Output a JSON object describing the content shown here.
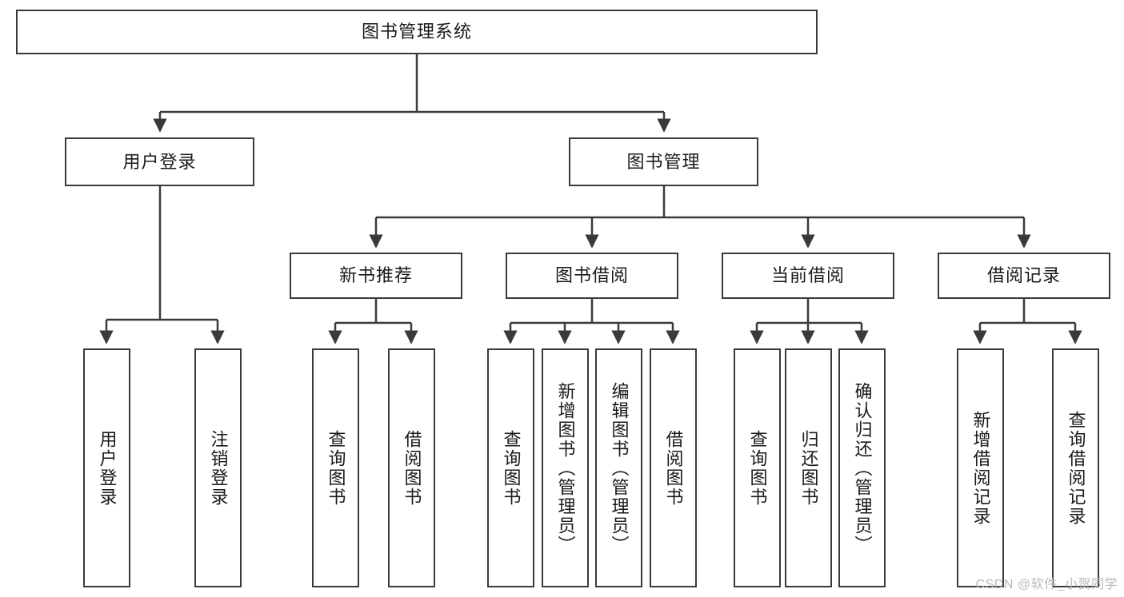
{
  "diagram": {
    "type": "tree",
    "title": "图书管理系统",
    "root": {
      "id": "root",
      "label": "图书管理系统"
    },
    "level1": [
      {
        "id": "login",
        "label": "用户登录"
      },
      {
        "id": "bookmgmt",
        "label": "图书管理"
      }
    ],
    "level2": [
      {
        "id": "newbook",
        "label": "新书推荐",
        "parent": "bookmgmt"
      },
      {
        "id": "borrow",
        "label": "图书借阅",
        "parent": "bookmgmt"
      },
      {
        "id": "current",
        "label": "当前借阅",
        "parent": "bookmgmt"
      },
      {
        "id": "record",
        "label": "借阅记录",
        "parent": "bookmgmt"
      }
    ],
    "leaves": [
      {
        "id": "leaf-login-1",
        "label": "用户登录",
        "parent": "login"
      },
      {
        "id": "leaf-login-2",
        "label": "注销登录",
        "parent": "login"
      },
      {
        "id": "leaf-newbook-1",
        "label": "查询图书",
        "parent": "newbook"
      },
      {
        "id": "leaf-newbook-2",
        "label": "借阅图书",
        "parent": "newbook"
      },
      {
        "id": "leaf-borrow-1",
        "label": "查询图书",
        "parent": "borrow"
      },
      {
        "id": "leaf-borrow-2",
        "label": "新增图书（管理员）",
        "parent": "borrow"
      },
      {
        "id": "leaf-borrow-3",
        "label": "编辑图书（管理员）",
        "parent": "borrow"
      },
      {
        "id": "leaf-borrow-4",
        "label": "借阅图书",
        "parent": "borrow"
      },
      {
        "id": "leaf-current-1",
        "label": "查询图书",
        "parent": "current"
      },
      {
        "id": "leaf-current-2",
        "label": "归还图书",
        "parent": "current"
      },
      {
        "id": "leaf-current-3",
        "label": "确认归还（管理员）",
        "parent": "current"
      },
      {
        "id": "leaf-record-1",
        "label": "新增借阅记录",
        "parent": "record"
      },
      {
        "id": "leaf-record-2",
        "label": "查询借阅记录",
        "parent": "record"
      }
    ]
  },
  "watermark": {
    "text": "CSDN @软件_小贺同学"
  },
  "colors": {
    "stroke": "#3a3a3a",
    "background": "#ffffff",
    "text": "#1a1a1a",
    "watermark": "#b8b8b8"
  }
}
